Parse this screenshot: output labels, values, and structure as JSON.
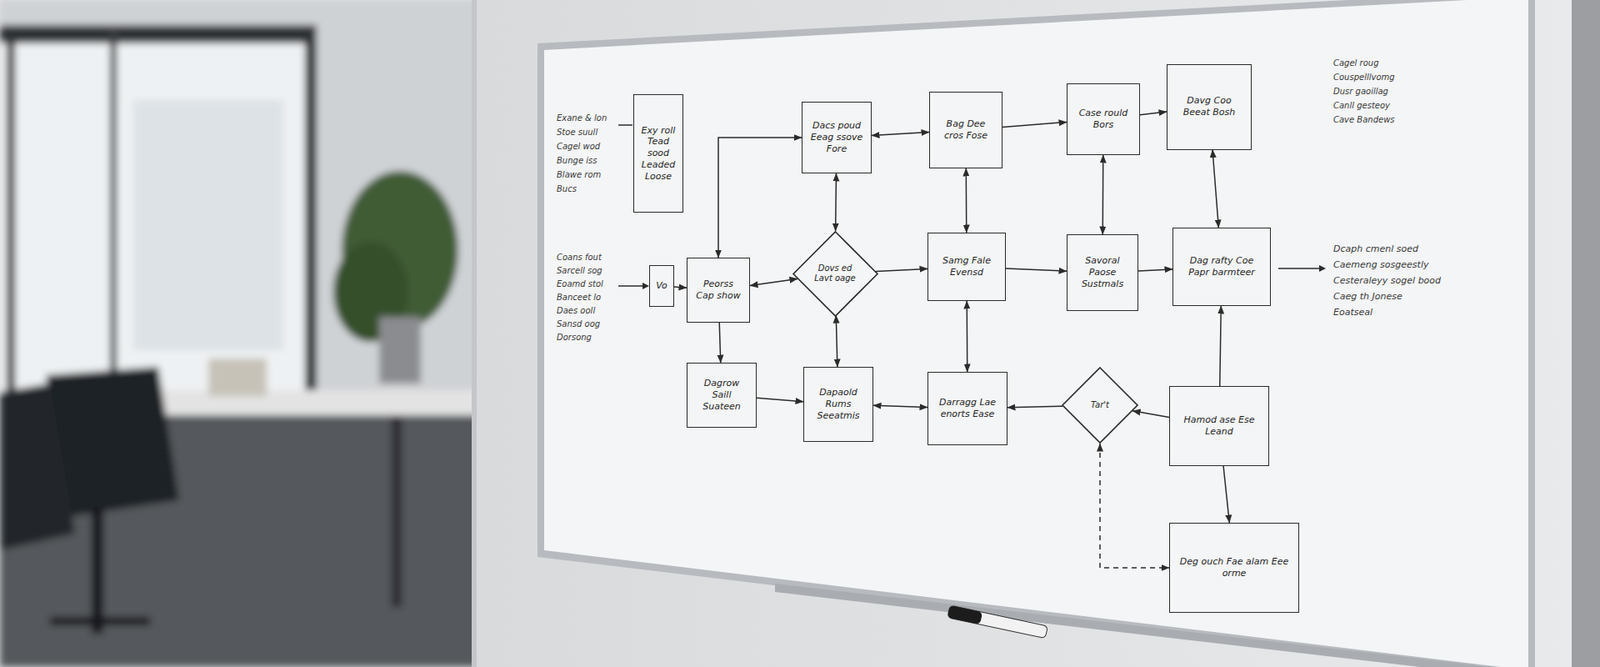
{
  "diagram": {
    "nodes": [
      {
        "text": [
          "Exy roll Tead sood Leaded Loose"
        ]
      },
      {
        "text": [
          "Dacs poud Eeag ssove Fore"
        ]
      },
      {
        "text": [
          "Bag Dee cros Fose"
        ]
      },
      {
        "text": [
          "Case rould Bors"
        ]
      },
      {
        "text": [
          "Davg Coo Beeat Bosh"
        ]
      },
      {
        "text": [
          "Vo"
        ]
      },
      {
        "text": [
          "Peorss Cap show"
        ]
      },
      {
        "text": [
          "Dovs ed Lavt oage"
        ]
      },
      {
        "text": [
          "Samg Fale Evensd"
        ]
      },
      {
        "text": [
          "Savoral Paose Sustmals"
        ]
      },
      {
        "text": [
          "Dag rafty Coe Papr barmteer"
        ]
      },
      {
        "text": [
          "Dagrow Saill Suateen"
        ]
      },
      {
        "text": [
          "Dapaold Rums Seeatmis"
        ]
      },
      {
        "text": [
          "Darragg Lae enorts Ease"
        ]
      },
      {
        "text": [
          "Tar't"
        ]
      },
      {
        "text": [
          "Hamod ase Ese Leand"
        ]
      },
      {
        "text": [
          "Deg ouch Fae alam Eee orme"
        ]
      }
    ],
    "edges": [
      {
        "from": 5,
        "to": 6,
        "arrow": "to"
      },
      {
        "from": 6,
        "to": 1,
        "arrow": "both"
      },
      {
        "from": 6,
        "to": 7,
        "arrow": "both"
      },
      {
        "from": 6,
        "to": 11,
        "arrow": "to"
      },
      {
        "from": 1,
        "to": 2,
        "arrow": "both"
      },
      {
        "from": 2,
        "to": 3,
        "arrow": "to"
      },
      {
        "from": 3,
        "to": 4,
        "arrow": "to"
      },
      {
        "from": 1,
        "to": 7,
        "arrow": "both"
      },
      {
        "from": 2,
        "to": 8,
        "arrow": "both"
      },
      {
        "from": 3,
        "to": 9,
        "arrow": "both"
      },
      {
        "from": 4,
        "to": 10,
        "arrow": "both"
      },
      {
        "from": 7,
        "to": 8,
        "arrow": "to"
      },
      {
        "from": 8,
        "to": 9,
        "arrow": "to"
      },
      {
        "from": 9,
        "to": 10,
        "arrow": "to"
      },
      {
        "from": 7,
        "to": 12,
        "arrow": "both"
      },
      {
        "from": 8,
        "to": 13,
        "arrow": "both"
      },
      {
        "from": 15,
        "to": 10,
        "arrow": "to"
      },
      {
        "from": 11,
        "to": 12,
        "arrow": "to"
      },
      {
        "from": 12,
        "to": 13,
        "arrow": "both"
      },
      {
        "from": 14,
        "to": 13,
        "arrow": "to"
      },
      {
        "from": 15,
        "to": 14,
        "arrow": "to"
      },
      {
        "from": 15,
        "to": 16,
        "arrow": "to"
      },
      {
        "from": 14,
        "to": 16,
        "arrow": "both"
      }
    ],
    "labels": [
      "Exane & lon",
      "Stoe suull",
      "Cagel wod",
      "Bunge iss",
      "Blawe rom",
      "Bucs",
      "Coans fout",
      "Sarcell sog",
      "Eoamd stol",
      "Banceet lo",
      "Daes ooll",
      "Sansd oog",
      "Dorsong",
      "Cagel roug",
      "Couspelllvomg",
      "Dusr gaoillag",
      "Canll gesteoy",
      "Cave Bandews",
      "Dcaph cmenl soed",
      "Caemeng sosgeestly",
      "Cesteraleyy sogel bood",
      "Caeg th Jonese",
      "Eoatseal"
    ]
  }
}
